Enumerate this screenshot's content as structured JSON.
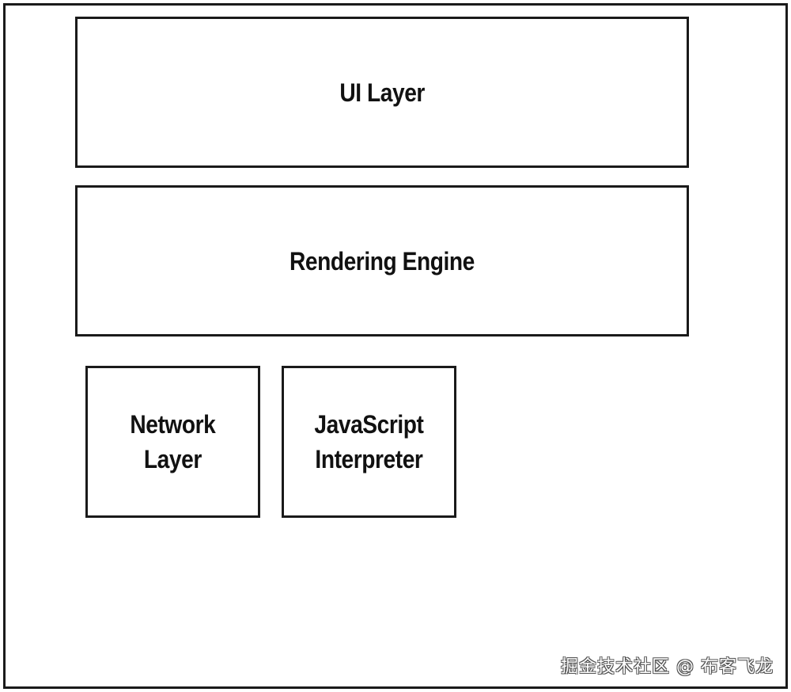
{
  "diagram": {
    "boxes": {
      "ui_layer": {
        "label": "UI Layer"
      },
      "rendering_engine": {
        "label": "Rendering Engine"
      },
      "network_layer": {
        "label": "Network\nLayer"
      },
      "javascript_interpreter": {
        "label": "JavaScript\nInterpreter"
      }
    },
    "watermark": "掘金技术社区 @ 布客飞龙"
  },
  "colors": {
    "background": "#ffffff",
    "border": "#1a1a1a",
    "text": "#111111"
  }
}
